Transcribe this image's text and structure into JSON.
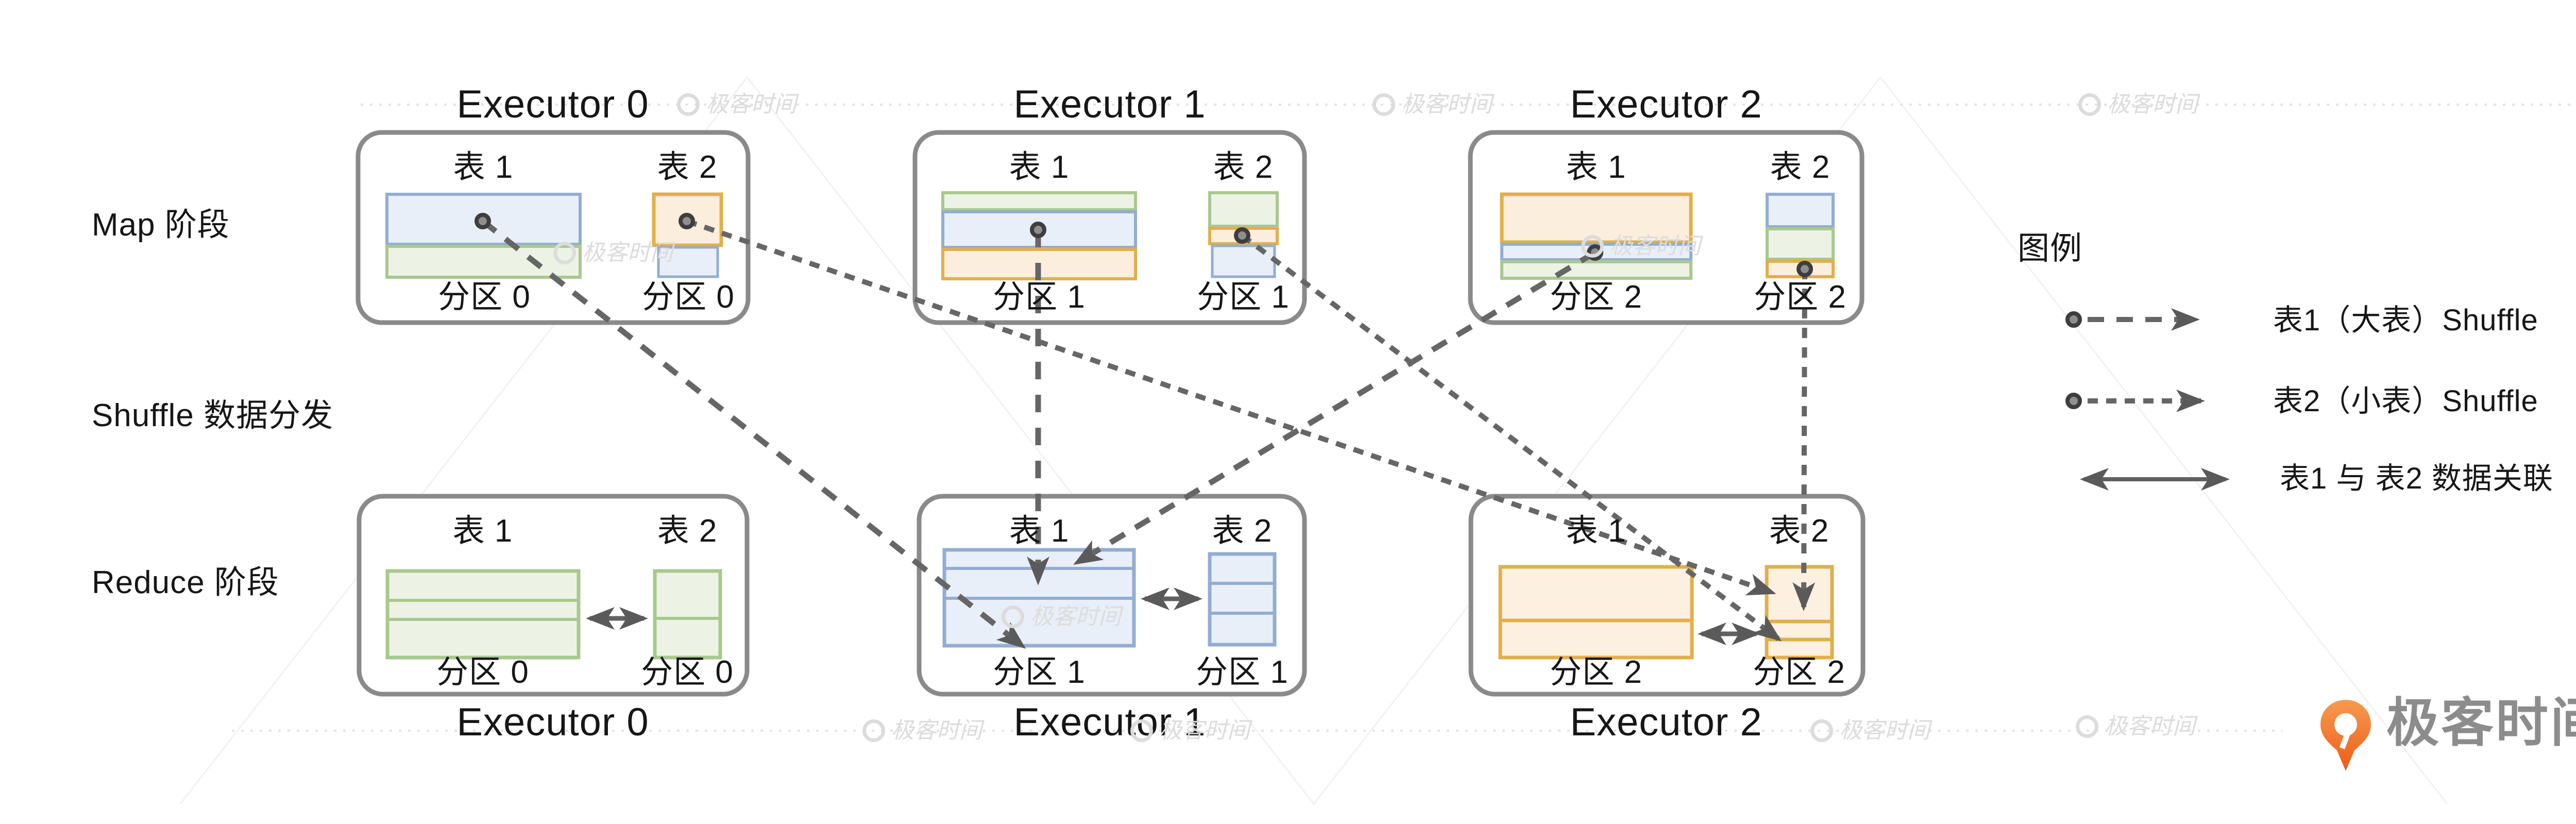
{
  "stages": {
    "map": "Map 阶段",
    "shuffle": "Shuffle 数据分发",
    "reduce": "Reduce 阶段"
  },
  "executors": {
    "e0": "Executor 0",
    "e1": "Executor 1",
    "e2": "Executor 2"
  },
  "tables": {
    "t1": "表 1",
    "t2": "表 2"
  },
  "partitions": {
    "p0": "分区 0",
    "p1": "分区 1",
    "p2": "分区 2"
  },
  "legend": {
    "title": "图例",
    "table1_shuffle": "表1（大表）Shuffle",
    "table2_shuffle": "表2（小表）Shuffle",
    "join": "表1 与 表2 数据关联"
  },
  "brand": {
    "logo_text": "极客时间",
    "watermark_text": "极客时间"
  },
  "colors": {
    "table1_blue": "#92aed1",
    "table1_blue_fill": "#e9eff8",
    "table2_orange": "#e0b04a",
    "table2_orange_fill": "#fbeedd",
    "shuffle_green": "#a9c88f",
    "shuffle_green_fill": "#ecf3e5",
    "box_border": "#8a8a8a",
    "arrow_gray": "#5a5a5a",
    "brand_orange": "#f26d21",
    "watermark_gray": "#dcdcdc"
  }
}
